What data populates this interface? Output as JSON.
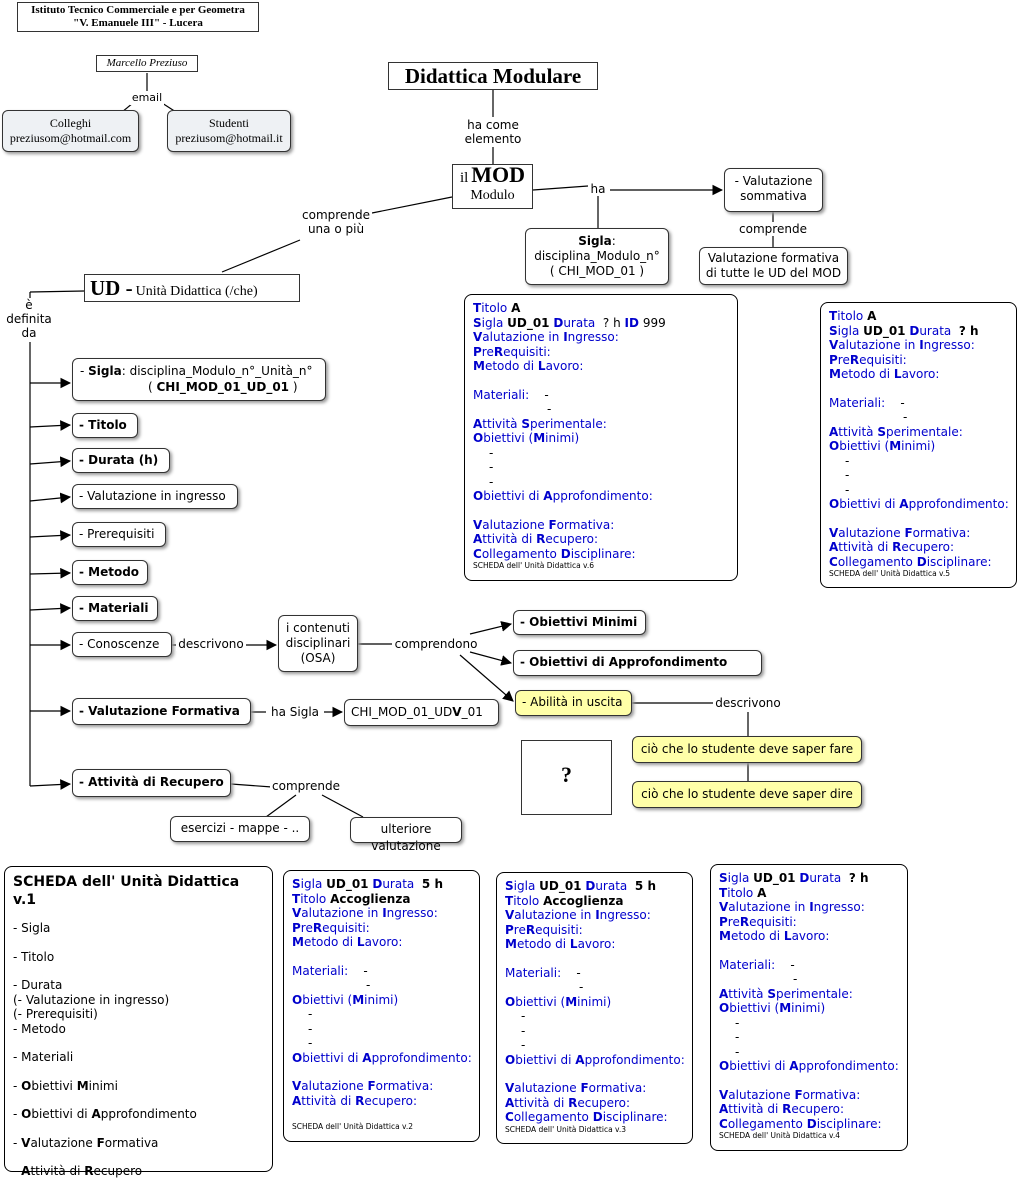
{
  "school": {
    "line1": "Istituto Tecnico Commerciale e per Geometra",
    "line2": "\"V. Emanuele III\" - Lucera"
  },
  "author": "Marcello Preziuso",
  "email_label": "email",
  "contacts": [
    {
      "title": "Colleghi",
      "email": "preziusom@hotmail.com"
    },
    {
      "title": "Studenti",
      "email": "preziusom@hotmail.it"
    }
  ],
  "title": "Didattica Modulare",
  "links": {
    "ha_come_elemento": "ha come elemento",
    "ha": "ha",
    "comprende_1": "comprende",
    "comprende_una": "comprende una o più",
    "e_definita_da": "è definita da",
    "descrivono_1": "descrivono",
    "comprendono": "comprendono",
    "ha_sigla": "ha Sigla",
    "descrivono_2": "descrivono",
    "comprende_2": "comprende"
  },
  "mod": {
    "pre": "il",
    "big": "MOD",
    "sub": "Modulo"
  },
  "val_sommativa": "- Valutazione sommativa",
  "sigla_mod": {
    "label": "Sigla",
    "colon": ":",
    "text": "disciplina_Modulo_n°",
    "code": "(  CHI_MOD_01 )"
  },
  "val_formativa_ud": "Valutazione formativa di tutte le UD del MOD",
  "ud": {
    "big": "UD -",
    "sub": "Unità Didattica (/che)"
  },
  "branches": {
    "sigla_pre": "- ",
    "sigla_label": "Sigla",
    "sigla_text": ": disciplina_Modulo_n°_Unità_n°",
    "sigla_code_pre": "(  ",
    "sigla_code": "CHI_MOD_01_UD_01",
    "sigla_code_post": " )",
    "titolo": "- Titolo",
    "durata": "- Durata (h)",
    "valutazione_ingresso": "- Valutazione in ingresso",
    "prerequisiti": "- Prerequisiti",
    "metodo": "- Metodo",
    "materiali": "- Materiali",
    "conoscenze": "- Conoscenze",
    "valutazione_formativa": "- Valutazione Formativa",
    "attivita_recupero": "- Attività di Recupero"
  },
  "contenuti": "i contenuti disciplinari (OSA)",
  "obiettivi_minimi": "- Obiettivi Minimi",
  "obiettivi_approf": "- Obiettivi di Approfondimento",
  "abilita": "- Abilità in uscita",
  "saper_fare": "ciò che lo studente deve saper fare",
  "saper_dire": "ciò che lo studente deve saper dire",
  "sigla_v": {
    "pre": "CHI_MOD_01_UD",
    "bold": "V",
    "post": "_01"
  },
  "question": "?",
  "esercizi": "esercizi - mappe - ..",
  "ulteriore": "ulteriore valutazione",
  "scheda_v1": {
    "title": "SCHEDA dell' Unità Didattica v.1",
    "items": [
      "- Sigla",
      "- Titolo",
      "- Durata",
      "(- Valutazione in ingresso)",
      "(- Prerequisiti)",
      "- Metodo",
      "- Materiali"
    ],
    "ob_min": [
      "- ",
      "O",
      "biettivi ",
      "M",
      "inimi"
    ],
    "ob_app": [
      "- ",
      "O",
      "biettivi di ",
      "A",
      "pprofondimento"
    ],
    "val_form": [
      "- ",
      "V",
      "alutazione ",
      "F",
      "ormativa"
    ],
    "att_rec": [
      "- ",
      "A",
      "ttività di ",
      "R",
      "ecupero"
    ]
  },
  "scheda_v2": {
    "sigla": "UD_01",
    "durata": "5 h",
    "titolo": "Accoglienza",
    "footer": "SCHEDA dell' Unità Didattica v.2"
  },
  "scheda_v3": {
    "sigla": "UD_01",
    "durata": "5 h",
    "titolo": "Accoglienza",
    "footer": "SCHEDA dell' Unità Didattica v.3"
  },
  "scheda_v4": {
    "sigla": "UD_01",
    "durata": "? h",
    "titolo": "A",
    "footer": "SCHEDA dell' Unità Didattica v.4"
  },
  "scheda_v5": {
    "sigla": "UD_01",
    "durata": "? h",
    "titolo": "A",
    "footer": "SCHEDA dell' Unità Didattica v.5"
  },
  "scheda_v6": {
    "sigla": "UD_01",
    "durata": "? h",
    "id_label": "ID",
    "id": "999",
    "titolo": "A",
    "footer": "SCHEDA dell' Unità Didattica v.6"
  },
  "card_fields": {
    "titolo": [
      "T",
      "itolo"
    ],
    "sigla": [
      "S",
      "igla"
    ],
    "durata": [
      "D",
      "urata"
    ],
    "val_ingresso": [
      "V",
      "alutazione in ",
      "I",
      "ngresso:"
    ],
    "prerequisiti": [
      "P",
      "re",
      "R",
      "equisiti:"
    ],
    "metodo": [
      "M",
      "etodo di ",
      "L",
      "avoro:"
    ],
    "materiali": "Materiali:",
    "att_sperim": [
      "A",
      "ttività ",
      "S",
      "perimentale:"
    ],
    "ob_minimi": [
      "O",
      "biettivi (",
      "M",
      "inimi)"
    ],
    "ob_approf": [
      "O",
      "biettivi di ",
      "A",
      "pprofondimento:"
    ],
    "val_formativa": [
      "V",
      "alutazione ",
      "F",
      "ormativa:"
    ],
    "att_recupero": [
      "A",
      "ttività di ",
      "R",
      "ecupero:"
    ],
    "collegamento": [
      "C",
      "ollegamento ",
      "D",
      "isciplinare:"
    ],
    "dash": "-"
  }
}
